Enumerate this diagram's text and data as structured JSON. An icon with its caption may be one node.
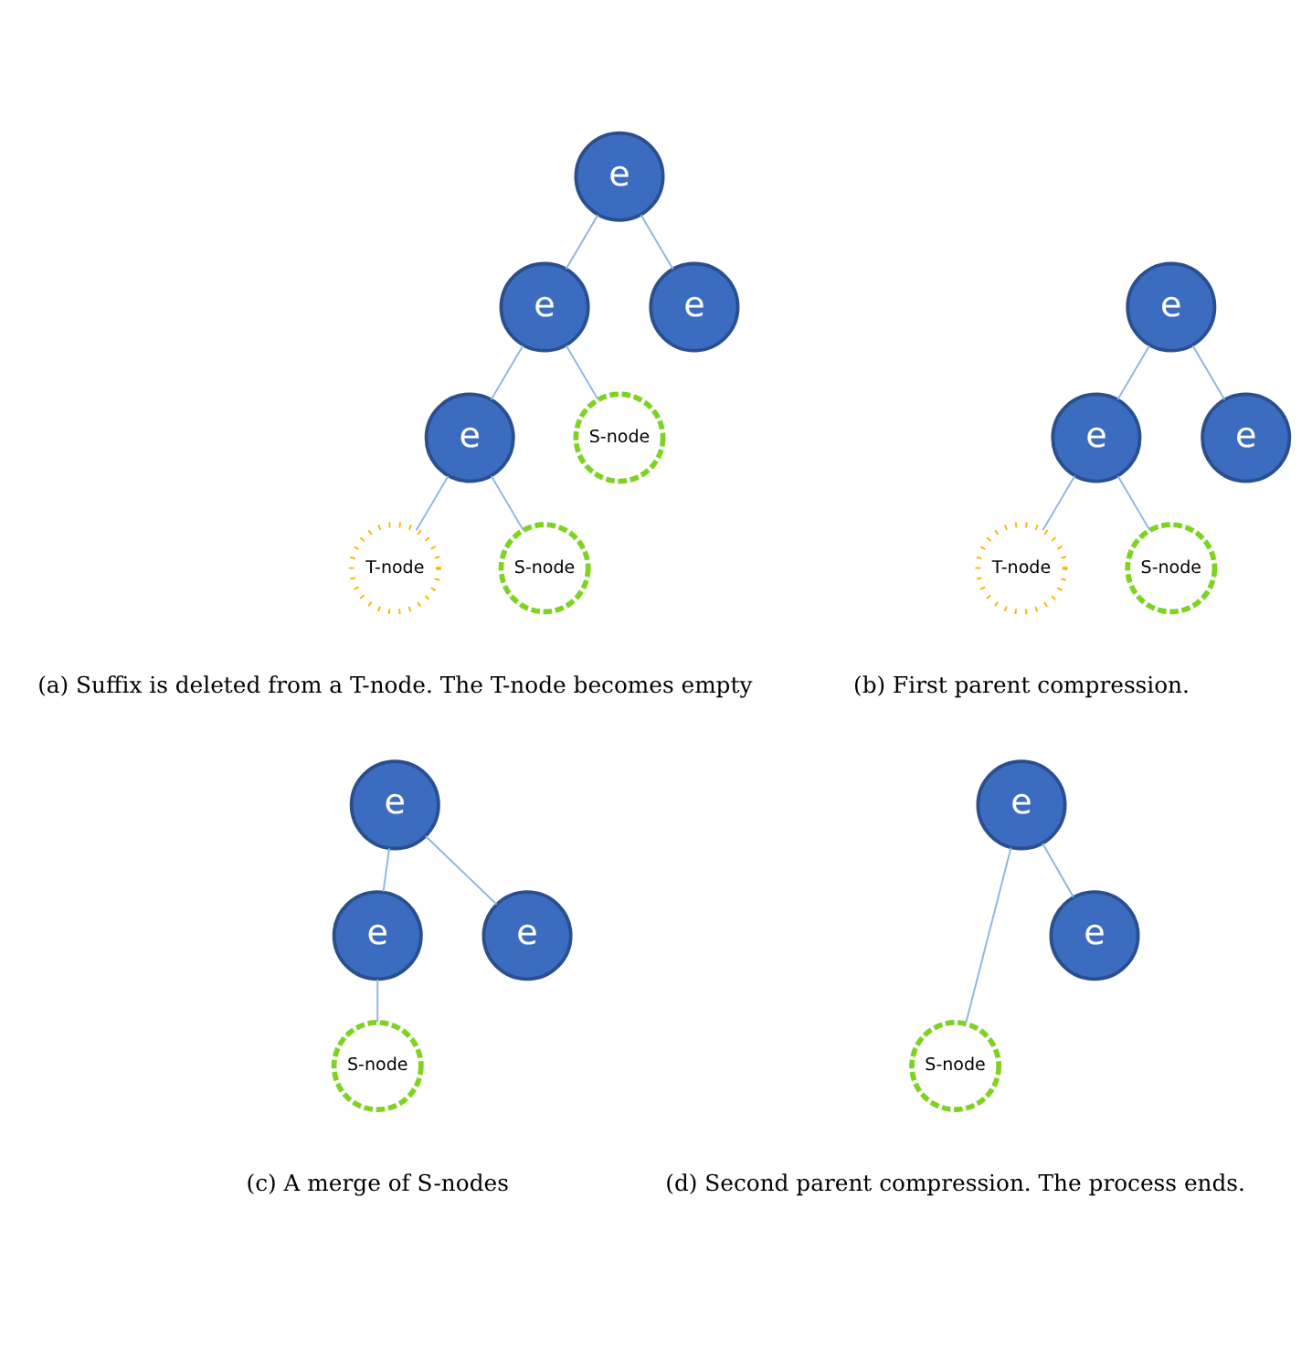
{
  "diagram": {
    "nodes": [
      {
        "text": [
          "e"
        ]
      },
      {
        "text": [
          "e"
        ]
      },
      {
        "text": [
          "e"
        ]
      },
      {
        "text": [
          "e"
        ]
      },
      {
        "text": [
          "S-node"
        ]
      },
      {
        "text": [
          "T-node"
        ]
      },
      {
        "text": [
          "S-node"
        ]
      },
      {
        "text": [
          "e"
        ]
      },
      {
        "text": [
          "e"
        ]
      },
      {
        "text": [
          "e"
        ]
      },
      {
        "text": [
          "T-node"
        ]
      },
      {
        "text": [
          "S-node"
        ]
      },
      {
        "text": [
          "e"
        ]
      },
      {
        "text": [
          "e"
        ]
      },
      {
        "text": [
          "e"
        ]
      },
      {
        "text": [
          "S-node"
        ]
      },
      {
        "text": [
          "e"
        ]
      },
      {
        "text": [
          "S-node"
        ]
      },
      {
        "text": [
          "e"
        ]
      }
    ],
    "edges": [
      {
        "from": 0,
        "to": 1,
        "arrow": "none"
      },
      {
        "from": 0,
        "to": 2,
        "arrow": "none"
      },
      {
        "from": 1,
        "to": 3,
        "arrow": "none"
      },
      {
        "from": 1,
        "to": 4,
        "arrow": "none"
      },
      {
        "from": 3,
        "to": 5,
        "arrow": "none"
      },
      {
        "from": 3,
        "to": 6,
        "arrow": "none"
      },
      {
        "from": 7,
        "to": 8,
        "arrow": "none"
      },
      {
        "from": 7,
        "to": 9,
        "arrow": "none"
      },
      {
        "from": 8,
        "to": 10,
        "arrow": "none"
      },
      {
        "from": 8,
        "to": 11,
        "arrow": "none"
      },
      {
        "from": 12,
        "to": 13,
        "arrow": "none"
      },
      {
        "from": 12,
        "to": 14,
        "arrow": "none"
      },
      {
        "from": 13,
        "to": 15,
        "arrow": "none"
      },
      {
        "from": 16,
        "to": 17,
        "arrow": "none"
      },
      {
        "from": 16,
        "to": 18,
        "arrow": "none"
      }
    ],
    "labels": [
      "(a) Suffix is deleted from a T-node. The T-node becomes empty",
      "(b) First parent compression.",
      "(c) A merge of S-nodes",
      "(d) Second parent compression. The process ends."
    ]
  }
}
